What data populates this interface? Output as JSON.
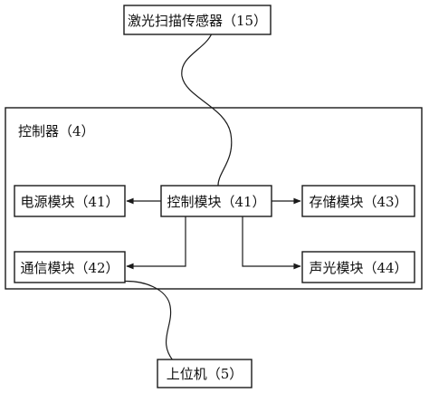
{
  "controller": {
    "title": "控制器（4）"
  },
  "boxes": {
    "laser_sensor": "激光扫描传感器（15）",
    "power_module": "电源模块（41）",
    "control_module": "控制模块（41）",
    "storage_module": "存储模块（43）",
    "comm_module": "通信模块（42）",
    "sound_light_module": "声光模块（44）",
    "host_computer": "上位机（5）"
  },
  "colors": {
    "line": "#1a1a1a",
    "background": "#ffffff"
  }
}
